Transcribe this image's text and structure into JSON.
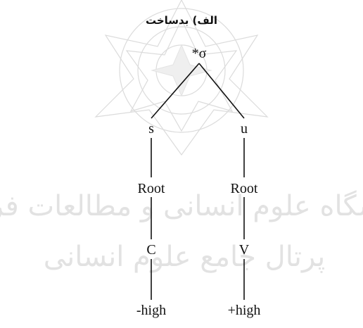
{
  "caption": "الف) بدساخت",
  "watermark": {
    "logo_name": "rosette-watermark-logo",
    "line1": "پژوهشگاه علوم انسانی و مطالعات فرهنگی",
    "line2": "پرتال جامع علوم انسانی"
  },
  "tree": {
    "root": "*σ",
    "left": {
      "segment": "s",
      "root_node": "Root",
      "place": "C",
      "feature": "-high"
    },
    "right": {
      "segment": "u",
      "root_node": "Root",
      "place": "V",
      "feature": "+high"
    }
  },
  "colors": {
    "ink": "#111111",
    "watermark": "#d8d8d8"
  }
}
